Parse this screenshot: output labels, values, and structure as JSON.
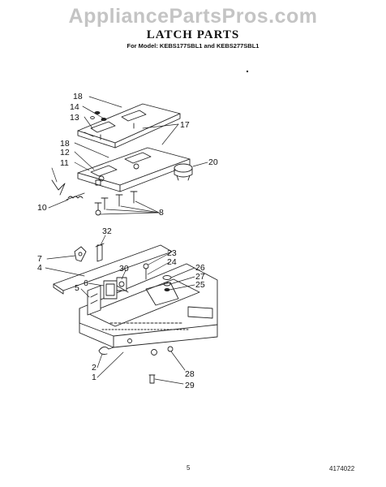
{
  "watermark": "AppliancePartsPros.com",
  "title": "LATCH PARTS",
  "subtitle": "For Model: KEBS177SBL1 and KEBS277SBL1",
  "callouts": {
    "c18a": "18",
    "c14": "14",
    "c13": "13",
    "c17": "17",
    "c18b": "18",
    "c12": "12",
    "c11": "11",
    "c10": "10",
    "c20": "20",
    "c8": "8",
    "c32": "32",
    "c7": "7",
    "c4": "4",
    "c23": "23",
    "c24": "24",
    "c30": "30",
    "c6": "6",
    "c5": "5",
    "c26": "26",
    "c27": "27",
    "c25": "25",
    "c2": "2",
    "c1": "1",
    "c28": "28",
    "c29": "29"
  },
  "footer": {
    "page_number": "5",
    "doc_code": "4174022"
  }
}
